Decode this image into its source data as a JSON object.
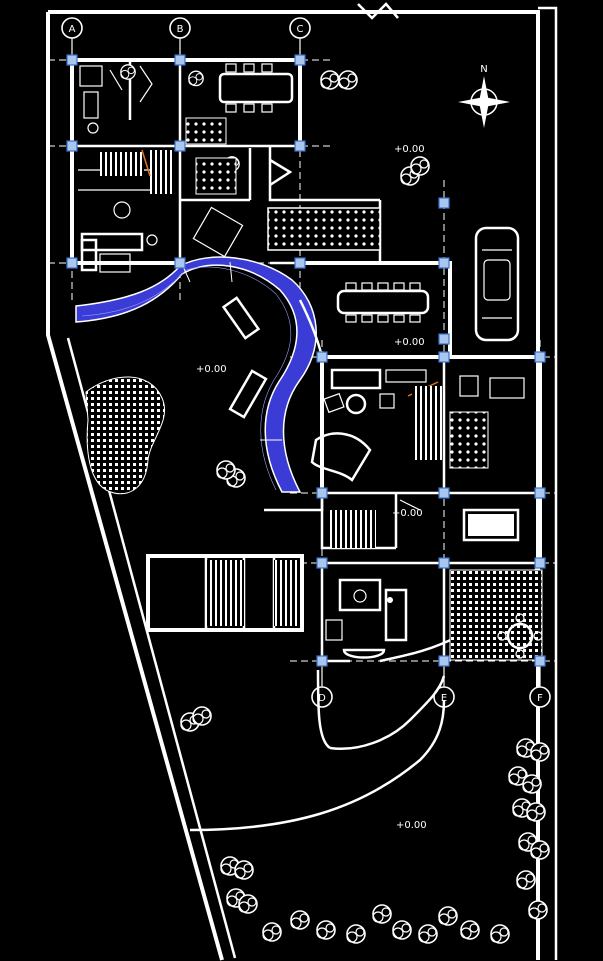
{
  "drawing": {
    "grid_top": [
      "A",
      "B",
      "C"
    ],
    "grid_bottom": [
      "D",
      "E",
      "F"
    ],
    "compass_label": "N",
    "level_mark": "+0.00"
  },
  "colors": {
    "background": "#000000",
    "lines": "#ffffff",
    "pool": "#3b3bd6",
    "column": "#a9c7ee",
    "accent": "#e2741f"
  }
}
